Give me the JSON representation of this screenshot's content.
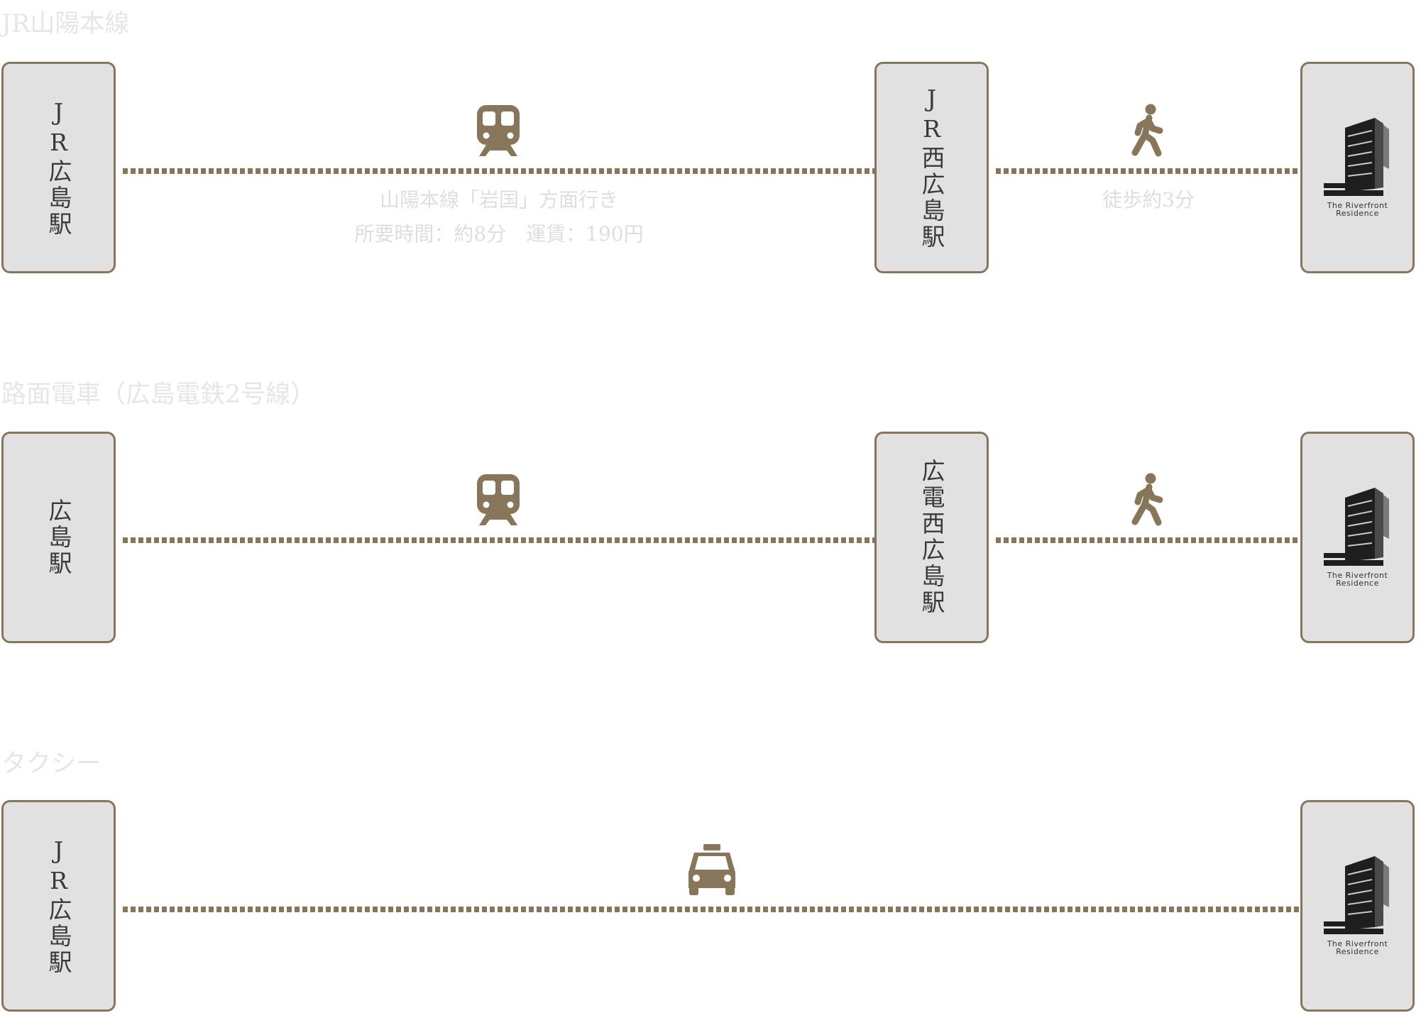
{
  "routes": [
    {
      "title": "JR山陽本線",
      "origin": "JR広島駅",
      "transfer": "JR西広島駅",
      "ride_icon": "train-icon",
      "walk_icon": "walking-person-icon",
      "ride_note": [
        "山陽本線「岩国」方面行き",
        "所要時間：約8分　運賃：190円"
      ],
      "walk_note": "徒歩約3分"
    },
    {
      "title": "路面電車（広島電鉄2号線）",
      "origin": "広島駅",
      "transfer": "広電西広島駅",
      "ride_icon": "tram-icon",
      "walk_icon": "walking-person-icon"
    },
    {
      "title": "タクシー",
      "origin": "JR広島駅",
      "ride_icon": "taxi-icon"
    }
  ],
  "destination": {
    "logo_line1": "The Riverfront",
    "logo_line2": "Residence",
    "icon": "building-logo-icon"
  },
  "colors": {
    "accent": "#877659",
    "box_fill": "#e1e1e1",
    "title_text": "#e6e6e6",
    "note_text": "#dedede",
    "station_text": "#3a3a3a"
  }
}
